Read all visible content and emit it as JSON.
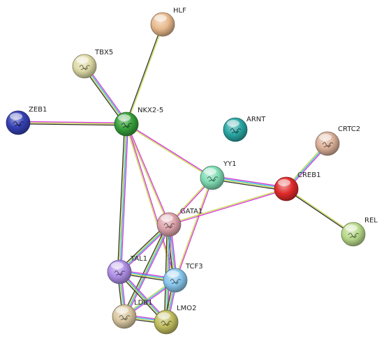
{
  "network": {
    "nodes": [
      {
        "id": "HLF",
        "label": "HLF",
        "color": "#e7b98c",
        "icon": "none"
      },
      {
        "id": "TBX5",
        "label": "TBX5",
        "color": "#dedaa6",
        "icon": "protein-structure-icon"
      },
      {
        "id": "ZEB1",
        "label": "ZEB1",
        "color": "#3440b4",
        "icon": "protein-structure-icon"
      },
      {
        "id": "NKX2-5",
        "label": "NKX2-5",
        "color": "#36a03a",
        "icon": "protein-structure-icon"
      },
      {
        "id": "ARNT",
        "label": "ARNT",
        "color": "#2aa6a3",
        "icon": "protein-structure-icon"
      },
      {
        "id": "CRTC2",
        "label": "CRTC2",
        "color": "#dbb098",
        "icon": "protein-structure-icon"
      },
      {
        "id": "YY1",
        "label": "YY1",
        "color": "#7fdcb3",
        "icon": "protein-structure-icon"
      },
      {
        "id": "CREB1",
        "label": "CREB1",
        "color": "#e02a2a",
        "icon": "none"
      },
      {
        "id": "REL",
        "label": "REL",
        "color": "#b7d98a",
        "icon": "protein-structure-icon"
      },
      {
        "id": "GATA1",
        "label": "GATA1",
        "color": "#dca2aa",
        "icon": "protein-structure-icon"
      },
      {
        "id": "TAL1",
        "label": "TAL1",
        "color": "#ae8ee6",
        "icon": "protein-structure-icon"
      },
      {
        "id": "TCF3",
        "label": "TCF3",
        "color": "#88c6ec",
        "icon": "protein-structure-icon"
      },
      {
        "id": "LDB1",
        "label": "LDB1",
        "color": "#d9c7a0",
        "icon": "protein-structure-icon"
      },
      {
        "id": "LMO2",
        "label": "LMO2",
        "color": "#c0bd5e",
        "icon": "protein-structure-icon"
      }
    ],
    "edges": [
      {
        "source": "HLF",
        "target": "NKX2-5",
        "evidence": [
          "text-mining",
          "coexpression"
        ]
      },
      {
        "source": "TBX5",
        "target": "NKX2-5",
        "evidence": [
          "experimental",
          "database",
          "text-mining",
          "coexpression"
        ]
      },
      {
        "source": "ZEB1",
        "target": "NKX2-5",
        "evidence": [
          "experimental",
          "text-mining",
          "coexpression"
        ]
      },
      {
        "source": "NKX2-5",
        "target": "YY1",
        "evidence": [
          "experimental",
          "text-mining"
        ]
      },
      {
        "source": "NKX2-5",
        "target": "GATA1",
        "evidence": [
          "experimental",
          "text-mining"
        ]
      },
      {
        "source": "NKX2-5",
        "target": "TAL1",
        "evidence": [
          "experimental",
          "database",
          "text-mining",
          "coexpression"
        ]
      },
      {
        "source": "NKX2-5",
        "target": "TCF3",
        "evidence": [
          "experimental",
          "text-mining"
        ]
      },
      {
        "source": "YY1",
        "target": "CREB1",
        "evidence": [
          "experimental",
          "database",
          "text-mining",
          "coexpression"
        ]
      },
      {
        "source": "YY1",
        "target": "GATA1",
        "evidence": [
          "experimental",
          "text-mining"
        ]
      },
      {
        "source": "YY1",
        "target": "TCF3",
        "evidence": [
          "experimental",
          "text-mining"
        ]
      },
      {
        "source": "CRTC2",
        "target": "CREB1",
        "evidence": [
          "experimental",
          "database",
          "text-mining"
        ]
      },
      {
        "source": "CREB1",
        "target": "REL",
        "evidence": [
          "text-mining",
          "coexpression"
        ]
      },
      {
        "source": "CREB1",
        "target": "GATA1",
        "evidence": [
          "experimental",
          "text-mining"
        ]
      },
      {
        "source": "GATA1",
        "target": "TAL1",
        "evidence": [
          "experimental",
          "database",
          "text-mining",
          "coexpression"
        ]
      },
      {
        "source": "GATA1",
        "target": "TCF3",
        "evidence": [
          "experimental",
          "database",
          "text-mining",
          "coexpression"
        ]
      },
      {
        "source": "GATA1",
        "target": "LDB1",
        "evidence": [
          "experimental",
          "database",
          "text-mining",
          "coexpression"
        ]
      },
      {
        "source": "GATA1",
        "target": "LMO2",
        "evidence": [
          "experimental",
          "database",
          "text-mining",
          "coexpression"
        ]
      },
      {
        "source": "TAL1",
        "target": "TCF3",
        "evidence": [
          "experimental",
          "database",
          "text-mining",
          "coexpression"
        ]
      },
      {
        "source": "TAL1",
        "target": "LDB1",
        "evidence": [
          "experimental",
          "database",
          "text-mining",
          "coexpression"
        ]
      },
      {
        "source": "TAL1",
        "target": "LMO2",
        "evidence": [
          "experimental",
          "database",
          "text-mining",
          "coexpression"
        ]
      },
      {
        "source": "TCF3",
        "target": "LDB1",
        "evidence": [
          "experimental",
          "database",
          "text-mining"
        ]
      },
      {
        "source": "TCF3",
        "target": "LMO2",
        "evidence": [
          "experimental",
          "database",
          "text-mining",
          "coexpression"
        ]
      },
      {
        "source": "LDB1",
        "target": "LMO2",
        "evidence": [
          "experimental",
          "database",
          "text-mining",
          "coexpression"
        ]
      }
    ],
    "evidence_colors": {
      "experimental": "#d433d4",
      "database": "#30b8e0",
      "text-mining": "#c8d84a",
      "coexpression": "#333333"
    }
  }
}
